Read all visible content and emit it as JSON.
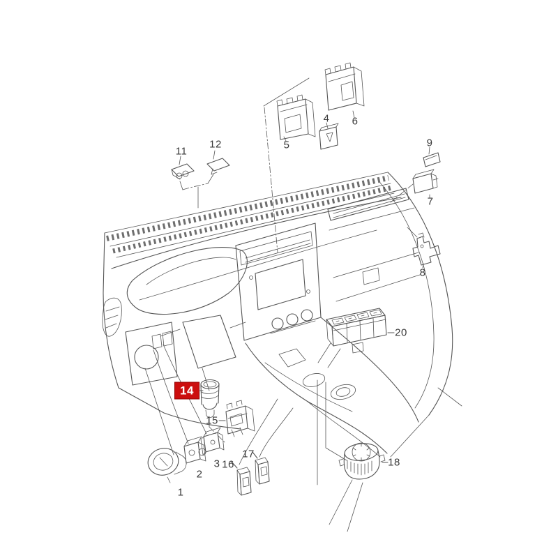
{
  "diagram_kind": "vehicle-dashboard-switch-parts-diagram",
  "colors": {
    "background": "#ffffff",
    "line": "#555555",
    "label_text": "#3a3a3a",
    "highlight_bg": "#cc0e0e",
    "highlight_text": "#ffffff"
  },
  "callouts": {
    "c1": {
      "text": "1",
      "highlighted": false
    },
    "c2": {
      "text": "2",
      "highlighted": false
    },
    "c3": {
      "text": "3",
      "highlighted": false
    },
    "c4": {
      "text": "4",
      "highlighted": false
    },
    "c5": {
      "text": "5",
      "highlighted": false
    },
    "c6": {
      "text": "6",
      "highlighted": false
    },
    "c7": {
      "text": "7",
      "highlighted": false
    },
    "c8": {
      "text": "8",
      "highlighted": false
    },
    "c9": {
      "text": "9",
      "highlighted": false
    },
    "c11": {
      "text": "11",
      "highlighted": false
    },
    "c12": {
      "text": "12",
      "highlighted": false
    },
    "c14": {
      "text": "14",
      "highlighted": true
    },
    "c15": {
      "text": "15",
      "highlighted": false
    },
    "c16": {
      "text": "16",
      "highlighted": false
    },
    "c17": {
      "text": "17",
      "highlighted": false
    },
    "c18": {
      "text": "18",
      "highlighted": false
    },
    "c20": {
      "text": "20",
      "highlighted": false
    }
  }
}
